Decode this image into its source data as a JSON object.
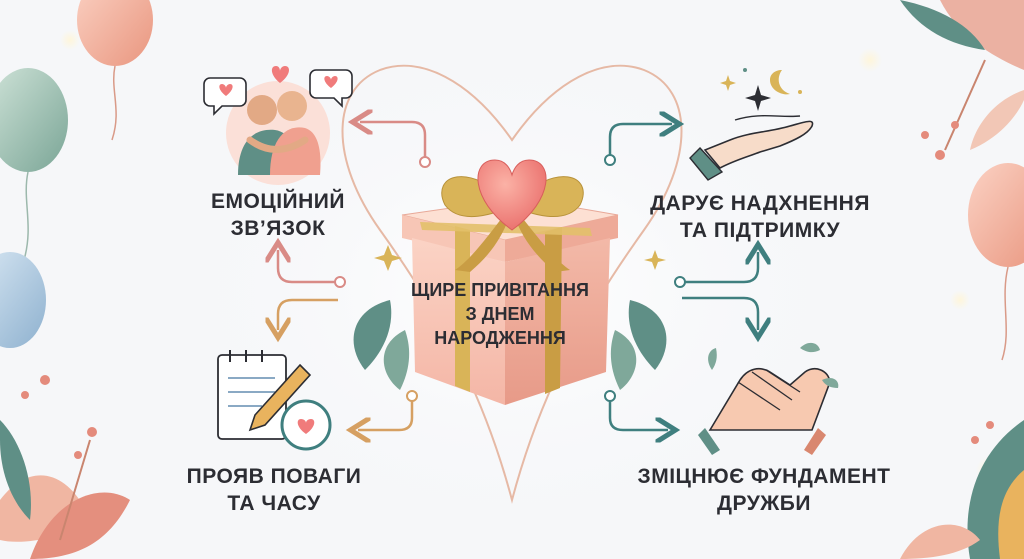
{
  "center": {
    "line1": "ЩИРЕ ПРИВІТАННЯ",
    "line2": "З ДНЕМ",
    "line3": "НАРОДЖЕННЯ"
  },
  "nodes": {
    "emotional": {
      "line1": "ЕМОЦІЙНИЙ",
      "line2": "ЗВ’ЯЗОК",
      "icon": "hugging-people-icon"
    },
    "inspiration": {
      "line1": "ДАРУЄ НАДХНЕННЯ",
      "line2": "ТА ПІДТРИМКУ",
      "icon": "open-hand-stars-icon"
    },
    "respect": {
      "line1": "ПРОЯВ ПОВАГИ",
      "line2": "ТА ЧАСУ",
      "icon": "notepad-clock-icon"
    },
    "friendship": {
      "line1": "ЗМІЦНЮЄ ФУНДАМЕНТ",
      "line2": "ДРУЖБИ",
      "icon": "handshake-icon"
    }
  },
  "colors": {
    "background": "#f6f7f9",
    "gift_box": "#f7c3b4",
    "ribbon": "#d9b458",
    "heart": "#f07b7b",
    "arrow_rose": "#d98b86",
    "arrow_teal": "#3f7f7f",
    "arrow_gold": "#d6a062",
    "text": "#2c2d33"
  }
}
